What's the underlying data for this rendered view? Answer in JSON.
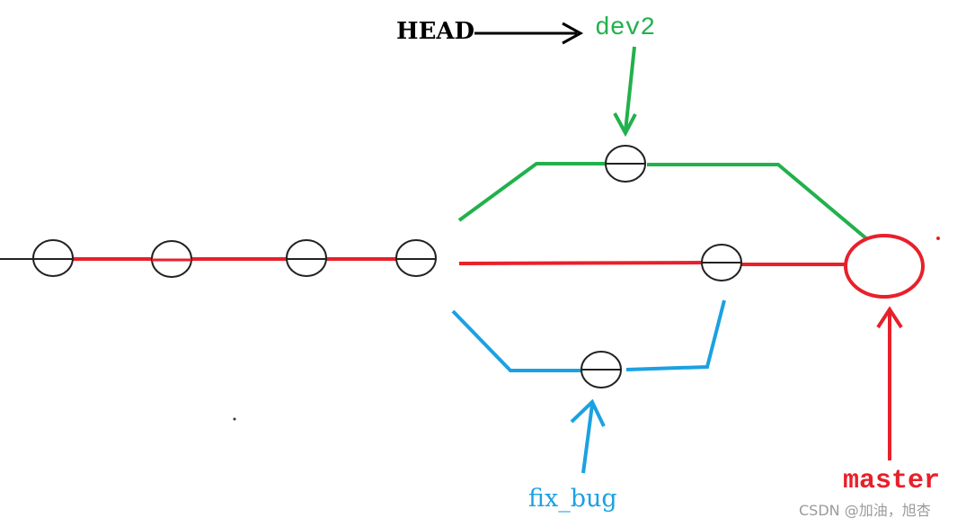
{
  "labels": {
    "head": "HEAD",
    "dev2": "dev2",
    "fix_bug": "fix_bug",
    "master": "master"
  },
  "watermark": "CSDN @加油，旭杏",
  "colors": {
    "master": "#e8202a",
    "dev2": "#22b14c",
    "fix_bug": "#1ba1e2",
    "head": "#000000",
    "node_outline": "#222222"
  }
}
